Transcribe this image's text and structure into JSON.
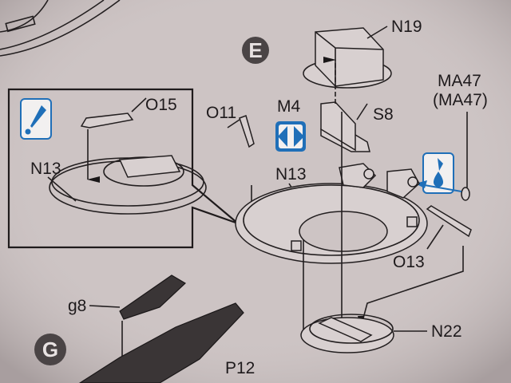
{
  "steps": {
    "e": "E",
    "g": "G"
  },
  "labels": {
    "n19": "N19",
    "o15": "O15",
    "o11": "O11",
    "m4": "M4",
    "s8": "S8",
    "ma47": "MA47",
    "ma47_alt": "(MA47)",
    "n13_inset": "N13",
    "n13": "N13",
    "o13": "O13",
    "n22": "N22",
    "g8": "g8",
    "p12": "P12"
  },
  "icons": {
    "inset_attention": "attention-icon",
    "m4_both_sides": "double-arrow-icon",
    "glue": "glue-drop-icon"
  },
  "colors": {
    "paper": "#c9bfc0",
    "ink": "#231f20",
    "icon_blue": "#1f6fb8",
    "step_badge": "#4a4445"
  }
}
